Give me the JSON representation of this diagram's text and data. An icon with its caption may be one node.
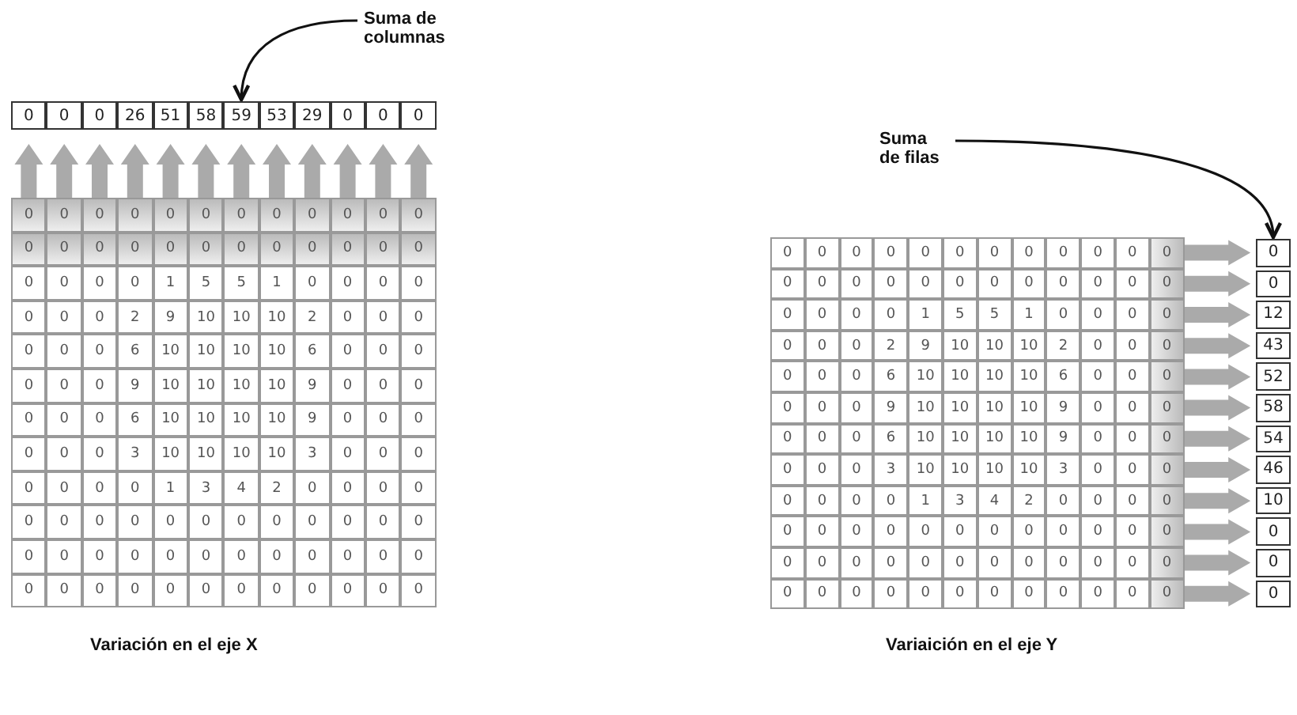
{
  "diagram": {
    "nodes": [
      {
        "text": [
          "Suma de columnas"
        ]
      },
      {
        "text": [
          "59"
        ]
      },
      {
        "text": [
          "Suma de filas"
        ]
      },
      {
        "text": [
          "0"
        ]
      }
    ],
    "edges": [
      {
        "from": 0,
        "to": 1,
        "arrow": "to"
      },
      {
        "from": 2,
        "to": 3,
        "arrow": "to"
      }
    ],
    "labels": [
      "0",
      "0",
      "0",
      "26",
      "51",
      "58",
      "53",
      "29",
      "0",
      "0",
      "0",
      "0",
      "0",
      "0",
      "0",
      "0",
      "0",
      "0",
      "0",
      "0",
      "0",
      "0",
      "0",
      "0",
      "0",
      "0",
      "0",
      "0",
      "0",
      "0",
      "0",
      "0",
      "0",
      "0",
      "0",
      "0",
      "0",
      "0",
      "0",
      "1",
      "5",
      "5",
      "1",
      "0",
      "0",
      "0",
      "0",
      "0",
      "0",
      "0",
      "2",
      "9",
      "10",
      "10",
      "10",
      "2",
      "0",
      "0",
      "0",
      "0",
      "0",
      "0",
      "6",
      "10",
      "10",
      "10",
      "10",
      "6",
      "0",
      "0",
      "0",
      "0",
      "0",
      "0",
      "9",
      "10",
      "10",
      "10",
      "10",
      "9",
      "0",
      "0",
      "0",
      "0",
      "0",
      "0",
      "6",
      "10",
      "10",
      "10",
      "10",
      "9",
      "0",
      "0",
      "0",
      "0",
      "0",
      "0",
      "3",
      "10",
      "10",
      "10",
      "10",
      "3",
      "0",
      "0",
      "0",
      "0",
      "0",
      "0",
      "0",
      "1",
      "3",
      "4",
      "2",
      "0",
      "0",
      "0",
      "0",
      "0",
      "0",
      "0",
      "0",
      "0",
      "0",
      "0",
      "0",
      "0",
      "0",
      "0",
      "0",
      "0",
      "0",
      "0",
      "0",
      "0",
      "0",
      "0",
      "0",
      "0",
      "0",
      "0",
      "0",
      "0",
      "0",
      "0",
      "0",
      "0",
      "0",
      "0",
      "0",
      "0",
      "0",
      "0",
      "0",
      "Variación en el eje X",
      "0",
      "0",
      "0",
      "0",
      "0",
      "0",
      "0",
      "0",
      "0",
      "0",
      "0",
      "0",
      "0",
      "0",
      "0",
      "0",
      "0",
      "0",
      "0",
      "0",
      "0",
      "0",
      "0",
      "0",
      "0",
      "0",
      "0",
      "0",
      "1",
      "5",
      "5",
      "1",
      "0",
      "0",
      "0",
      "0",
      "0",
      "0",
      "0",
      "2",
      "9",
      "10",
      "10",
      "10",
      "2",
      "0",
      "0",
      "0",
      "0",
      "0",
      "0",
      "6",
      "10",
      "10",
      "10",
      "10",
      "6",
      "0",
      "0",
      "0",
      "0",
      "0",
      "0",
      "9",
      "10",
      "10",
      "10",
      "10",
      "9",
      "0",
      "0",
      "0",
      "0",
      "0",
      "0",
      "6",
      "10",
      "10",
      "10",
      "10",
      "9",
      "0",
      "0",
      "0",
      "0",
      "0",
      "0",
      "3",
      "10",
      "10",
      "10",
      "10",
      "3",
      "0",
      "0",
      "0",
      "0",
      "0",
      "0",
      "0",
      "1",
      "3",
      "4",
      "2",
      "0",
      "0",
      "0",
      "0",
      "0",
      "0",
      "0",
      "0",
      "0",
      "0",
      "0",
      "0",
      "0",
      "0",
      "0",
      "0",
      "0",
      "0",
      "0",
      "0",
      "0",
      "0",
      "0",
      "0",
      "0",
      "0",
      "0",
      "0",
      "0",
      "0",
      "0",
      "0",
      "0",
      "0",
      "0",
      "0",
      "0",
      "0",
      "0",
      "0",
      "0",
      "12",
      "43",
      "52",
      "58",
      "54",
      "46",
      "10",
      "0",
      "0",
      "0",
      "Variaición en el eje Y"
    ]
  }
}
